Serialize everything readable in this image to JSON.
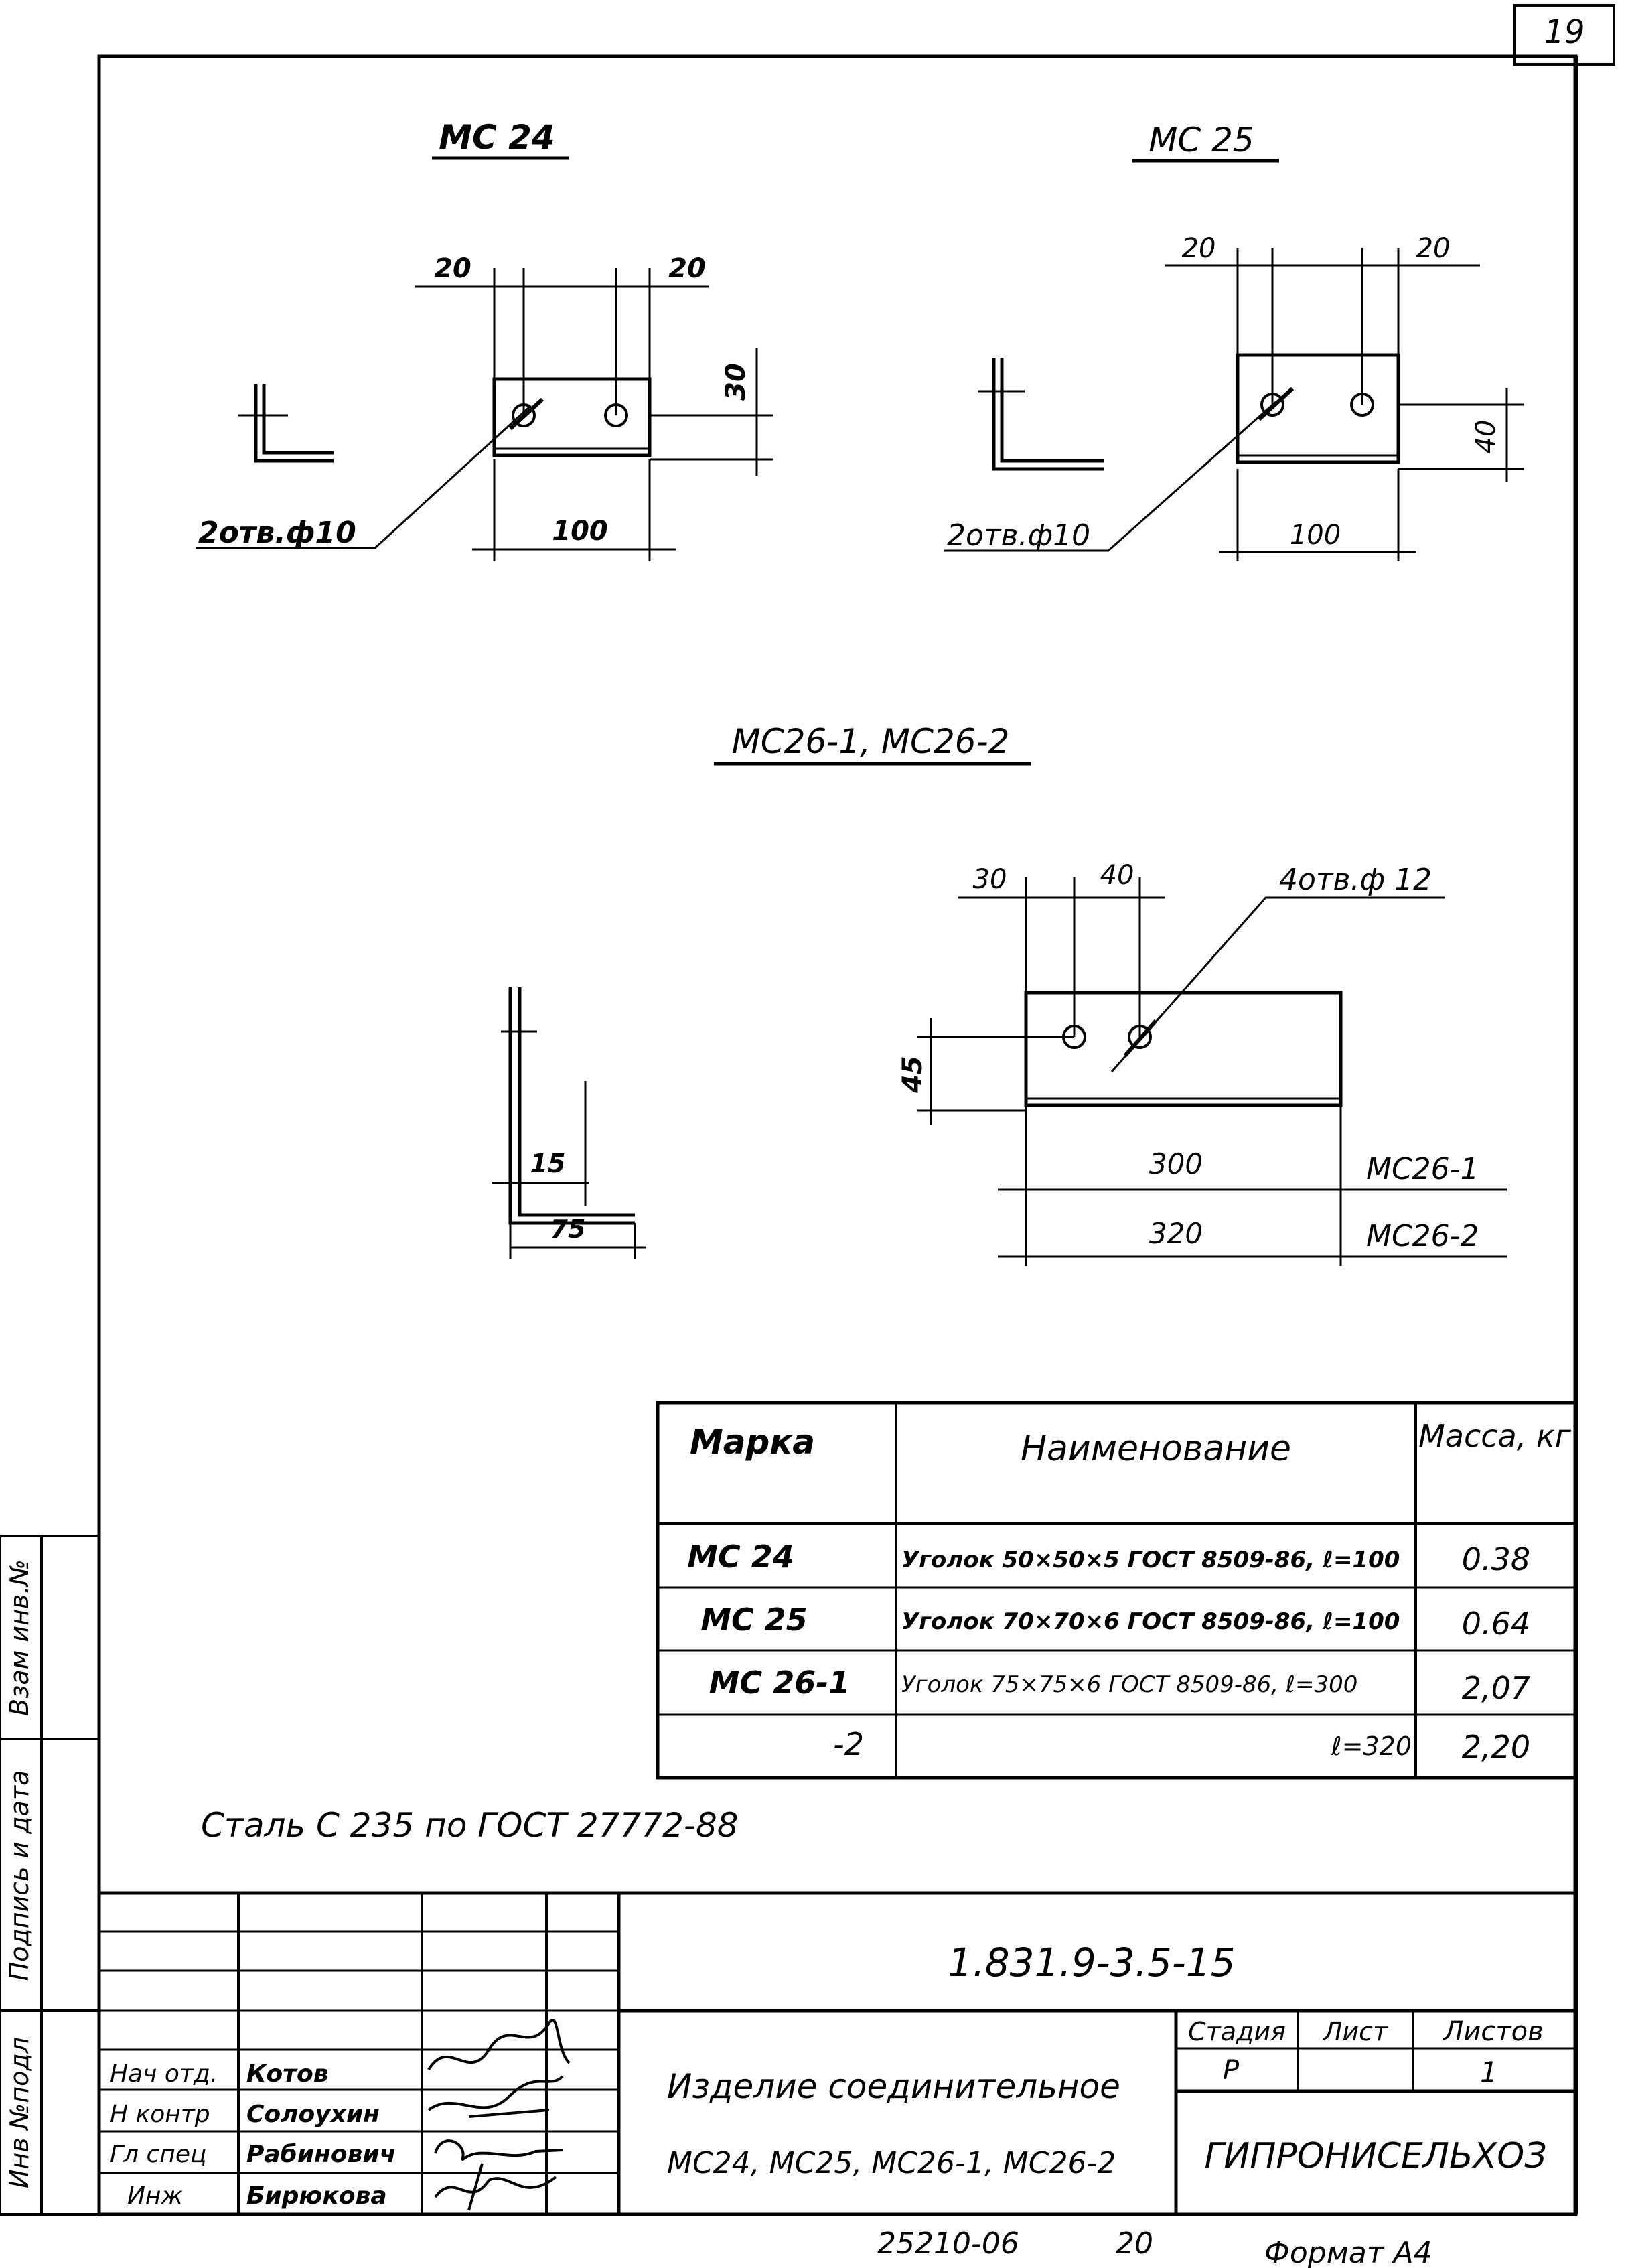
{
  "sheet_number": "19",
  "parts": {
    "ms24": {
      "title": "МС 24",
      "dim_left": "20",
      "dim_right": "20",
      "dim_height": "30",
      "dim_width": "100",
      "holes": "2отв.ф10"
    },
    "ms25": {
      "title": "МС 25",
      "dim_left": "20",
      "dim_right": "20",
      "dim_height": "40",
      "dim_width": "100",
      "holes": "2отв.ф10"
    },
    "ms26": {
      "title": "МС26-1, МС26-2",
      "dim_15": "15",
      "dim_75": "75",
      "dim_30": "30",
      "dim_40": "40",
      "dim_45": "45",
      "holes": "4отв.ф 12",
      "len_1": "300",
      "len_1_mark": "МС26-1",
      "len_2": "320",
      "len_2_mark": "МС26-2"
    }
  },
  "spec_table": {
    "headers": [
      "Марка",
      "Наименование",
      "Масса, кг"
    ],
    "rows": [
      {
        "mark": "МС 24",
        "name": "Уголок 50×50×5 ГОСТ 8509-86, ℓ=100",
        "mass": "0.38"
      },
      {
        "mark": "МС 25",
        "name": "Уголок 70×70×6 ГОСТ 8509-86, ℓ=100",
        "mass": "0.64"
      },
      {
        "mark": "МС 26-1",
        "name": "Уголок 75×75×6 ГОСТ 8509-86, ℓ=300",
        "mass": "2,07"
      },
      {
        "mark": "-2",
        "name": "ℓ=320",
        "mass": "2,20"
      }
    ]
  },
  "steel_note": "Сталь С 235 по ГОСТ 27772-88",
  "side_labels": [
    "Взам инв.№",
    "Подпись и дата",
    "Инв №подл"
  ],
  "title_block": {
    "designation": "1.831.9-3.5-15",
    "roles": [
      "Нач отд.",
      "Н контр",
      "Гл спец",
      "Инж"
    ],
    "names": [
      "Котов",
      "Солоухин",
      "Рабинович",
      "Бирюкова"
    ],
    "stage_header": "Стадия",
    "sheet_header": "Лист",
    "sheets_header": "Листов",
    "stage": "Р",
    "sheets": "1",
    "title_line1": "Изделие соединительное",
    "title_line2": "МС24, МС25, МС26-1, МС26-2",
    "organization": "ГИПРОНИСЕЛЬХОЗ"
  },
  "footer": {
    "code": "25210-06",
    "num": "20",
    "format": "Формат А4"
  }
}
